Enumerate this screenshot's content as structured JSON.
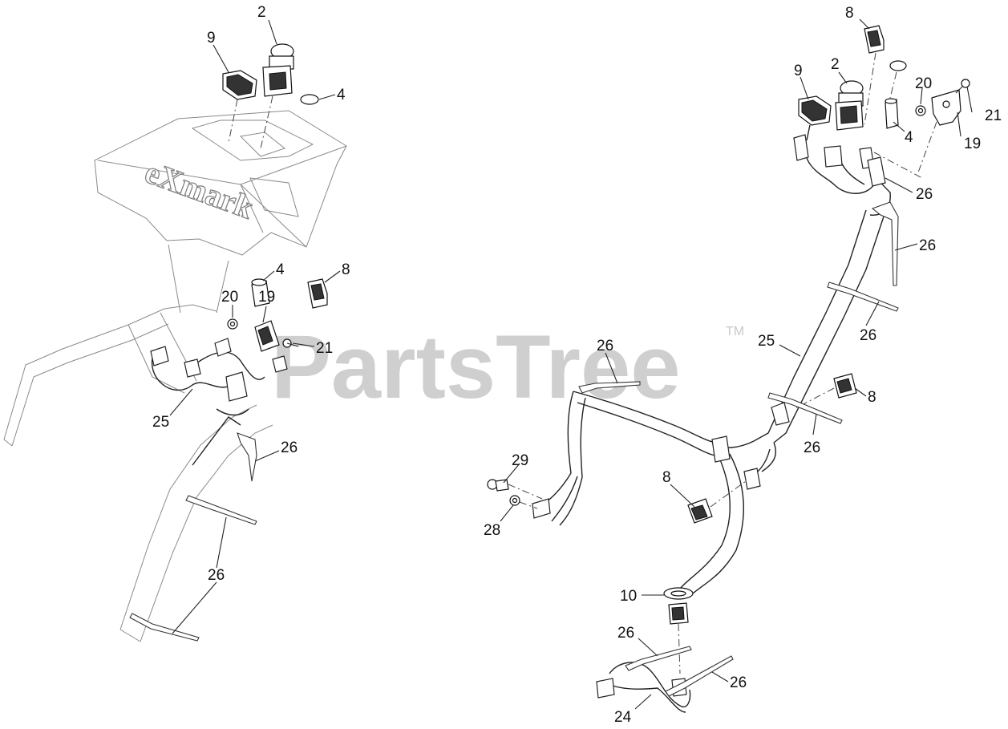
{
  "watermark": {
    "text": "PartsTree",
    "trademark": "TM"
  },
  "panel_logo": "eXmark",
  "callouts": [
    {
      "id": "c1",
      "label": "2"
    },
    {
      "id": "c2",
      "label": "9"
    },
    {
      "id": "c3",
      "label": "4"
    },
    {
      "id": "c4",
      "label": "4"
    },
    {
      "id": "c5",
      "label": "8"
    },
    {
      "id": "c6",
      "label": "20"
    },
    {
      "id": "c7",
      "label": "19"
    },
    {
      "id": "c8",
      "label": "21"
    },
    {
      "id": "c9",
      "label": "25"
    },
    {
      "id": "c10",
      "label": "26"
    },
    {
      "id": "c11",
      "label": "26"
    },
    {
      "id": "c12",
      "label": "8"
    },
    {
      "id": "c13",
      "label": "9"
    },
    {
      "id": "c14",
      "label": "2"
    },
    {
      "id": "c15",
      "label": "20"
    },
    {
      "id": "c16",
      "label": "21"
    },
    {
      "id": "c17",
      "label": "4"
    },
    {
      "id": "c18",
      "label": "19"
    },
    {
      "id": "c19",
      "label": "26"
    },
    {
      "id": "c20",
      "label": "26"
    },
    {
      "id": "c21",
      "label": "26"
    },
    {
      "id": "c22",
      "label": "25"
    },
    {
      "id": "c23",
      "label": "26"
    },
    {
      "id": "c24",
      "label": "8"
    },
    {
      "id": "c25",
      "label": "26"
    },
    {
      "id": "c26",
      "label": "29"
    },
    {
      "id": "c27",
      "label": "8"
    },
    {
      "id": "c28",
      "label": "28"
    },
    {
      "id": "c29",
      "label": "10"
    },
    {
      "id": "c30",
      "label": "26"
    },
    {
      "id": "c31",
      "label": "26"
    },
    {
      "id": "c32",
      "label": "24"
    }
  ]
}
